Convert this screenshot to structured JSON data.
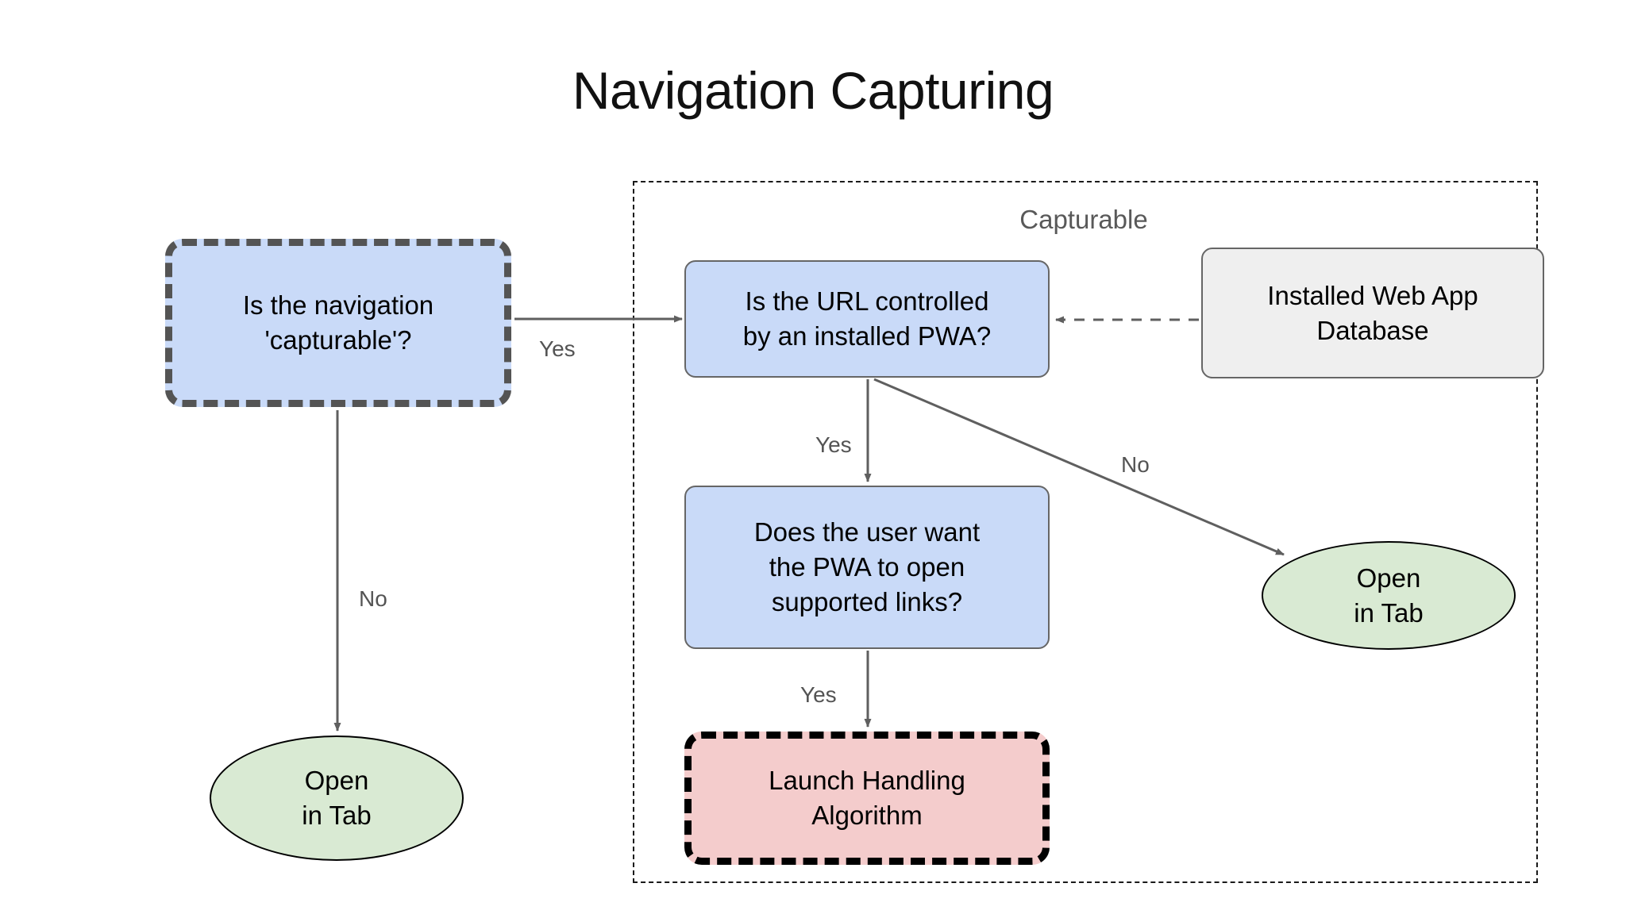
{
  "page": {
    "title": "Navigation Capturing",
    "background": "#ffffff"
  },
  "group": {
    "label": "Capturable",
    "border_color": "#1a1a1a",
    "label_color": "#595959"
  },
  "colors": {
    "decision_fill": "#c9daf8",
    "terminal_fill": "#d9ead3",
    "datastore_fill": "#efefef",
    "algorithm_fill": "#f4cccc",
    "node_stroke": "#666666",
    "highlight_stroke_grey": "#545454",
    "highlight_stroke_black": "#000000",
    "edge_color": "#5f5f5f",
    "edge_label_color": "#545454"
  },
  "nodes": {
    "is_capturable": {
      "label": "Is the navigation\n'capturable'?",
      "shape": "rounded-rectangle",
      "style": "dashed-thick-grey"
    },
    "url_controlled": {
      "label": "Is the URL controlled\nby an installed PWA?",
      "shape": "rounded-rectangle",
      "style": "solid-thin-grey"
    },
    "app_database": {
      "label": "Installed Web App\nDatabase",
      "shape": "rounded-rectangle",
      "style": "solid-thin-grey"
    },
    "user_want": {
      "label": "Does the user want\nthe PWA to open\nsupported links?",
      "shape": "rounded-rectangle",
      "style": "solid-thin-grey"
    },
    "launch_handling": {
      "label": "Launch Handling\nAlgorithm",
      "shape": "rounded-rectangle",
      "style": "dashed-thick-black"
    },
    "open_in_tab_left": {
      "label": "Open\nin Tab",
      "shape": "ellipse",
      "style": "solid-thin-black"
    },
    "open_in_tab_right": {
      "label": "Open\nin Tab",
      "shape": "ellipse",
      "style": "solid-thin-black"
    }
  },
  "edges": [
    {
      "id": "capturable-yes",
      "from": "is_capturable",
      "to": "url_controlled",
      "label": "Yes",
      "style": "solid"
    },
    {
      "id": "capturable-no",
      "from": "is_capturable",
      "to": "open_in_tab_left",
      "label": "No",
      "style": "solid"
    },
    {
      "id": "url-yes",
      "from": "url_controlled",
      "to": "user_want",
      "label": "Yes",
      "style": "solid"
    },
    {
      "id": "url-no",
      "from": "url_controlled",
      "to": "open_in_tab_right",
      "label": "No",
      "style": "solid"
    },
    {
      "id": "userwant-yes",
      "from": "user_want",
      "to": "launch_handling",
      "label": "Yes",
      "style": "solid"
    },
    {
      "id": "database-lookup",
      "from": "app_database",
      "to": "url_controlled",
      "label": "",
      "style": "dashed"
    }
  ]
}
